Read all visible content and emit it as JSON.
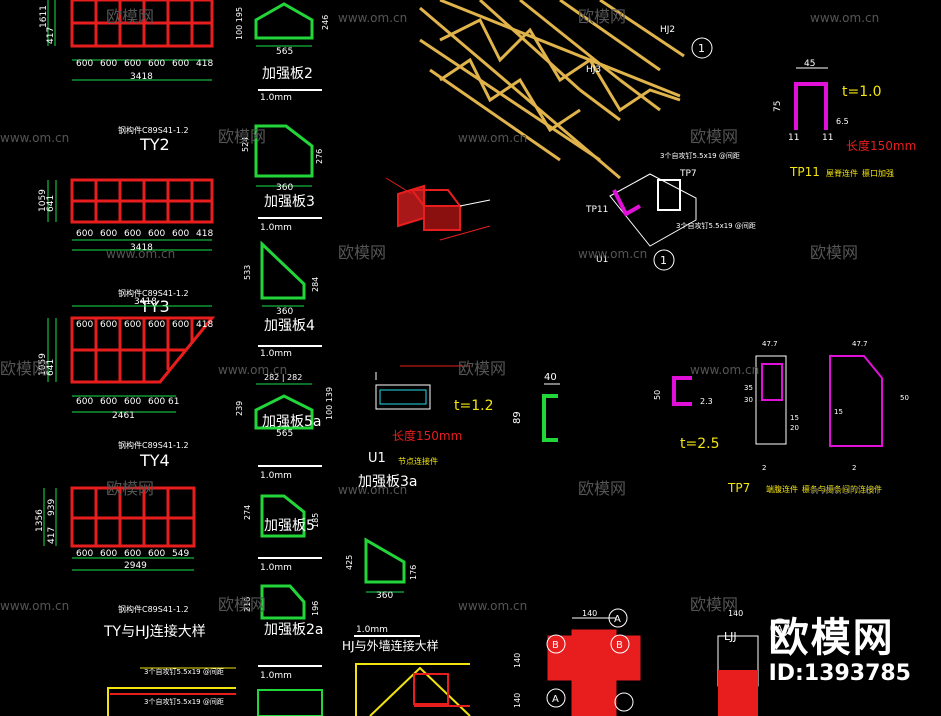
{
  "watermark": {
    "brand": "欧模网",
    "url": "www.om.cn",
    "id": "ID:1393785"
  },
  "colors": {
    "frame": "#e81e1e",
    "plate": "#22d63a",
    "dim": "#ffffff",
    "dim_line": "#19e04b",
    "text": "#ffffff",
    "yellow": "#f2e40e",
    "truss": "#e0b44a",
    "magenta": "#e010d8",
    "cyan": "#28d8e8"
  },
  "panels": {
    "top": {
      "dims": [
        "600",
        "600",
        "600",
        "600",
        "600",
        "418"
      ],
      "total": "3418",
      "side": [
        "1611",
        "417"
      ]
    },
    "ty2": {
      "note": "钢构件C89S41-1.2",
      "name": "TY2",
      "dims": [
        "600",
        "600",
        "600",
        "600",
        "600",
        "418"
      ],
      "total": "3418",
      "side": [
        "1059",
        "641"
      ]
    },
    "ty3": {
      "note": "钢构件C89S41-1.2",
      "name": "TY3",
      "dims": [
        "600",
        "600",
        "600",
        "600",
        "600",
        "418"
      ],
      "total": "3418",
      "side": [
        "1059",
        "641"
      ],
      "bottom_dims": [
        "600",
        "600",
        "600",
        "600",
        "61"
      ],
      "bottom_total": "2461"
    },
    "ty4": {
      "note": "钢构件C89S41-1.2",
      "name": "TY4",
      "side": [
        "1356",
        "939",
        "417"
      ],
      "dims": [
        "600",
        "600",
        "600",
        "600",
        "549"
      ],
      "total": "2949"
    },
    "bottom": {
      "note": "钢构件C89S41-1.2",
      "title": "TY与HJ连接大样"
    }
  },
  "plates": {
    "p2": {
      "label": "加强板2",
      "thk": "1.0mm",
      "w": "565",
      "h1": "100 195",
      "h2": "246"
    },
    "p3": {
      "label": "加强板3",
      "thk": "1.0mm",
      "w": "360",
      "h1": "524",
      "h2": "276"
    },
    "p4": {
      "label": "加强板4",
      "thk": "1.0mm",
      "w": "360",
      "h1": "533",
      "h2": "284"
    },
    "p5": {
      "label": "加强板5a",
      "thk": "1.0mm",
      "w": "565",
      "top": "282 | 282",
      "h1": "239",
      "h2": "100 139"
    },
    "p5b": {
      "label": "加强板5",
      "thk": "1.0mm",
      "h1": "274",
      "h2": "185"
    },
    "p2a": {
      "label": "加强板2a",
      "thk": "1.0mm",
      "h1": "216",
      "h2": "196"
    },
    "p3a": {
      "label": "加强板3a",
      "thk": "1.0mm",
      "w": "360",
      "h1": "425",
      "h2": "176"
    }
  },
  "annotations": {
    "hj2": "HJ2",
    "hj3": "HJ3",
    "circle1": "1",
    "tp7_a": "TP7",
    "tp11_a": "TP11",
    "u1_a": "U1",
    "screw": "3个自攻钉5.5x19 @间距",
    "tp11": {
      "name": "TP11",
      "w": "45",
      "h": "75",
      "t": "t=1.0",
      "legs": [
        "11",
        "11"
      ],
      "lip": "6.5",
      "note": "长度150mm",
      "sub": "屋脊连件",
      "sub2": "檩口加强"
    },
    "u1": {
      "name": "U1",
      "t": "t=1.2",
      "note": "长度150mm",
      "sub": "节点连接件",
      "w": "40",
      "h": "89"
    },
    "tp7": {
      "name": "TP7",
      "t": "t=2.5",
      "dims": [
        "47.7",
        "2.3",
        "35",
        "30",
        "15",
        "20",
        "15",
        "50",
        "50",
        "2"
      ],
      "sub": "端腹连件",
      "sub2": "檩条与檩条间的连接件"
    },
    "hj_legend": "HJ与外墙连接大样",
    "thk": "1.0mm",
    "col": {
      "dims": [
        "140",
        "140",
        "140",
        "140"
      ],
      "labels": [
        "A",
        "B",
        "B",
        "A"
      ],
      "lj": "LJJ"
    }
  }
}
